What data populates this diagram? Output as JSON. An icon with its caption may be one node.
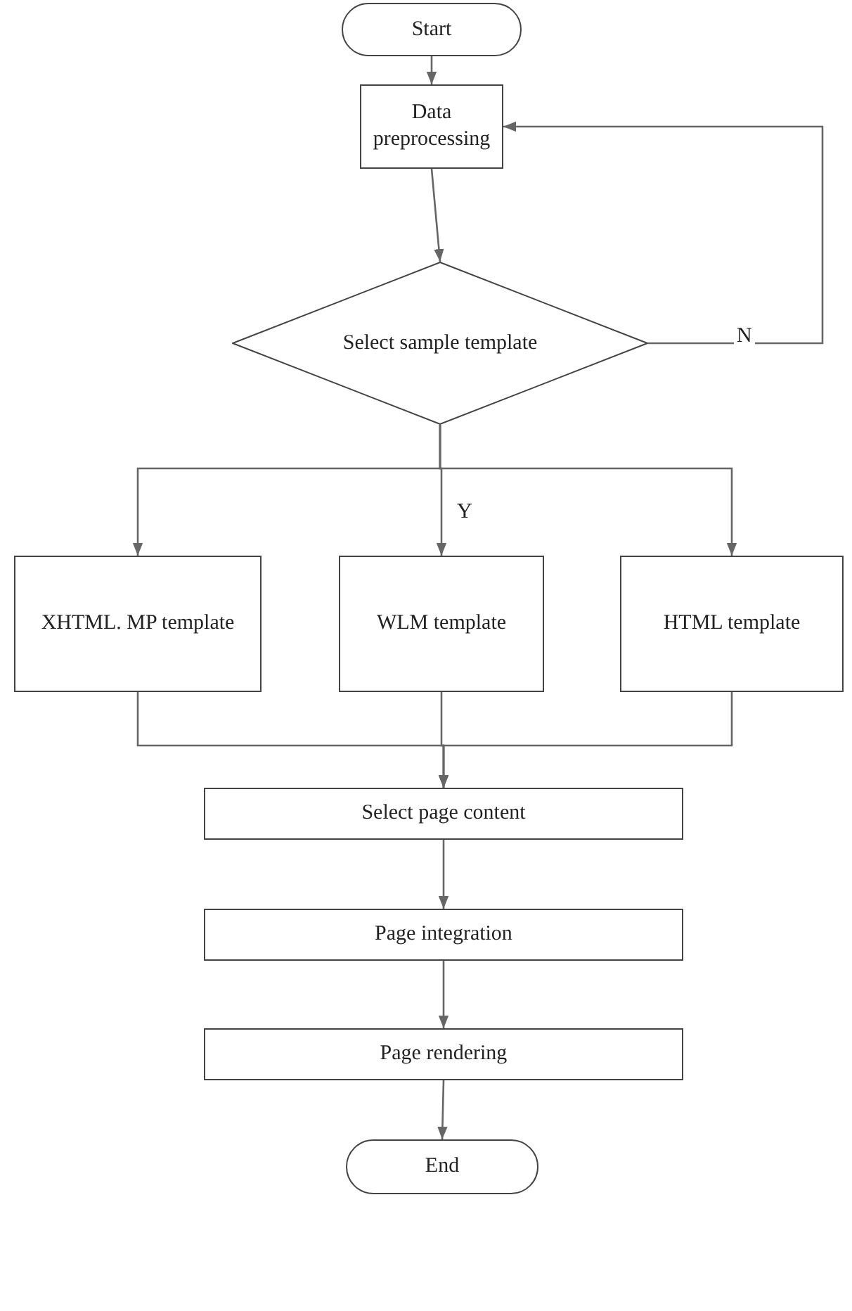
{
  "diagram": {
    "nodes": [
      {
        "text": [
          "Start"
        ]
      },
      {
        "text": [
          "Data preprocessing"
        ]
      },
      {
        "text": [
          "Select sample template"
        ]
      },
      {
        "text": [
          "XHTML. MP template"
        ]
      },
      {
        "text": [
          "WLM template"
        ]
      },
      {
        "text": [
          "HTML template"
        ]
      },
      {
        "text": [
          "Select page content"
        ]
      },
      {
        "text": [
          "Page integration"
        ]
      },
      {
        "text": [
          "Page rendering"
        ]
      },
      {
        "text": [
          "End"
        ]
      }
    ],
    "edges": [
      {
        "from": 0,
        "to": 1,
        "arrow": "to"
      },
      {
        "from": 1,
        "to": 2,
        "arrow": "to"
      },
      {
        "from": 2,
        "to": 1,
        "arrow": "to",
        "label": "N"
      },
      {
        "from": 2,
        "to": 3,
        "arrow": "to"
      },
      {
        "from": 2,
        "to": 4,
        "arrow": "to",
        "label": "Y"
      },
      {
        "from": 2,
        "to": 5,
        "arrow": "to"
      },
      {
        "from": 3,
        "to": 6,
        "arrow": "to"
      },
      {
        "from": 4,
        "to": 6,
        "arrow": "to"
      },
      {
        "from": 5,
        "to": 6,
        "arrow": "to"
      },
      {
        "from": 6,
        "to": 7,
        "arrow": "to"
      },
      {
        "from": 7,
        "to": 8,
        "arrow": "to"
      },
      {
        "from": 8,
        "to": 9,
        "arrow": "to"
      }
    ]
  }
}
